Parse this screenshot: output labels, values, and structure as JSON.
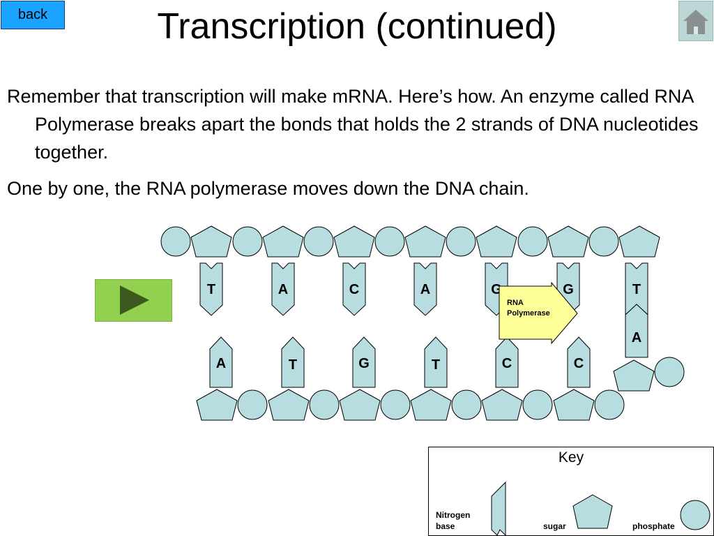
{
  "nav": {
    "back_label": "back",
    "home_icon": "home-icon"
  },
  "title": "Transcription (continued)",
  "paragraphs": [
    "Remember that transcription will make mRNA. Here’s how. An enzyme called RNA Polymerase breaks apart the bonds that holds the 2 strands of DNA nucleotides together.",
    "One by one, the RNA polymerase moves down the DNA chain."
  ],
  "play_icon": "play-icon",
  "top_strand_bases": [
    "T",
    "A",
    "C",
    "A",
    "G",
    "G",
    "T"
  ],
  "bottom_strand_bases": [
    "A",
    "T",
    "G",
    "T",
    "C",
    "C",
    "A"
  ],
  "enzyme_label": "RNA Polymerase",
  "key": {
    "title": "Key",
    "nitrogen_base": "Nitrogen base",
    "sugar": "sugar",
    "phosphate": "phosphate"
  },
  "colors": {
    "molecule_fill": "#b7dde0",
    "back_button": "#1aa3ff",
    "play_button": "#92d050",
    "play_arrow": "#3c5a1e",
    "enzyme_fill": "#ffff99"
  }
}
